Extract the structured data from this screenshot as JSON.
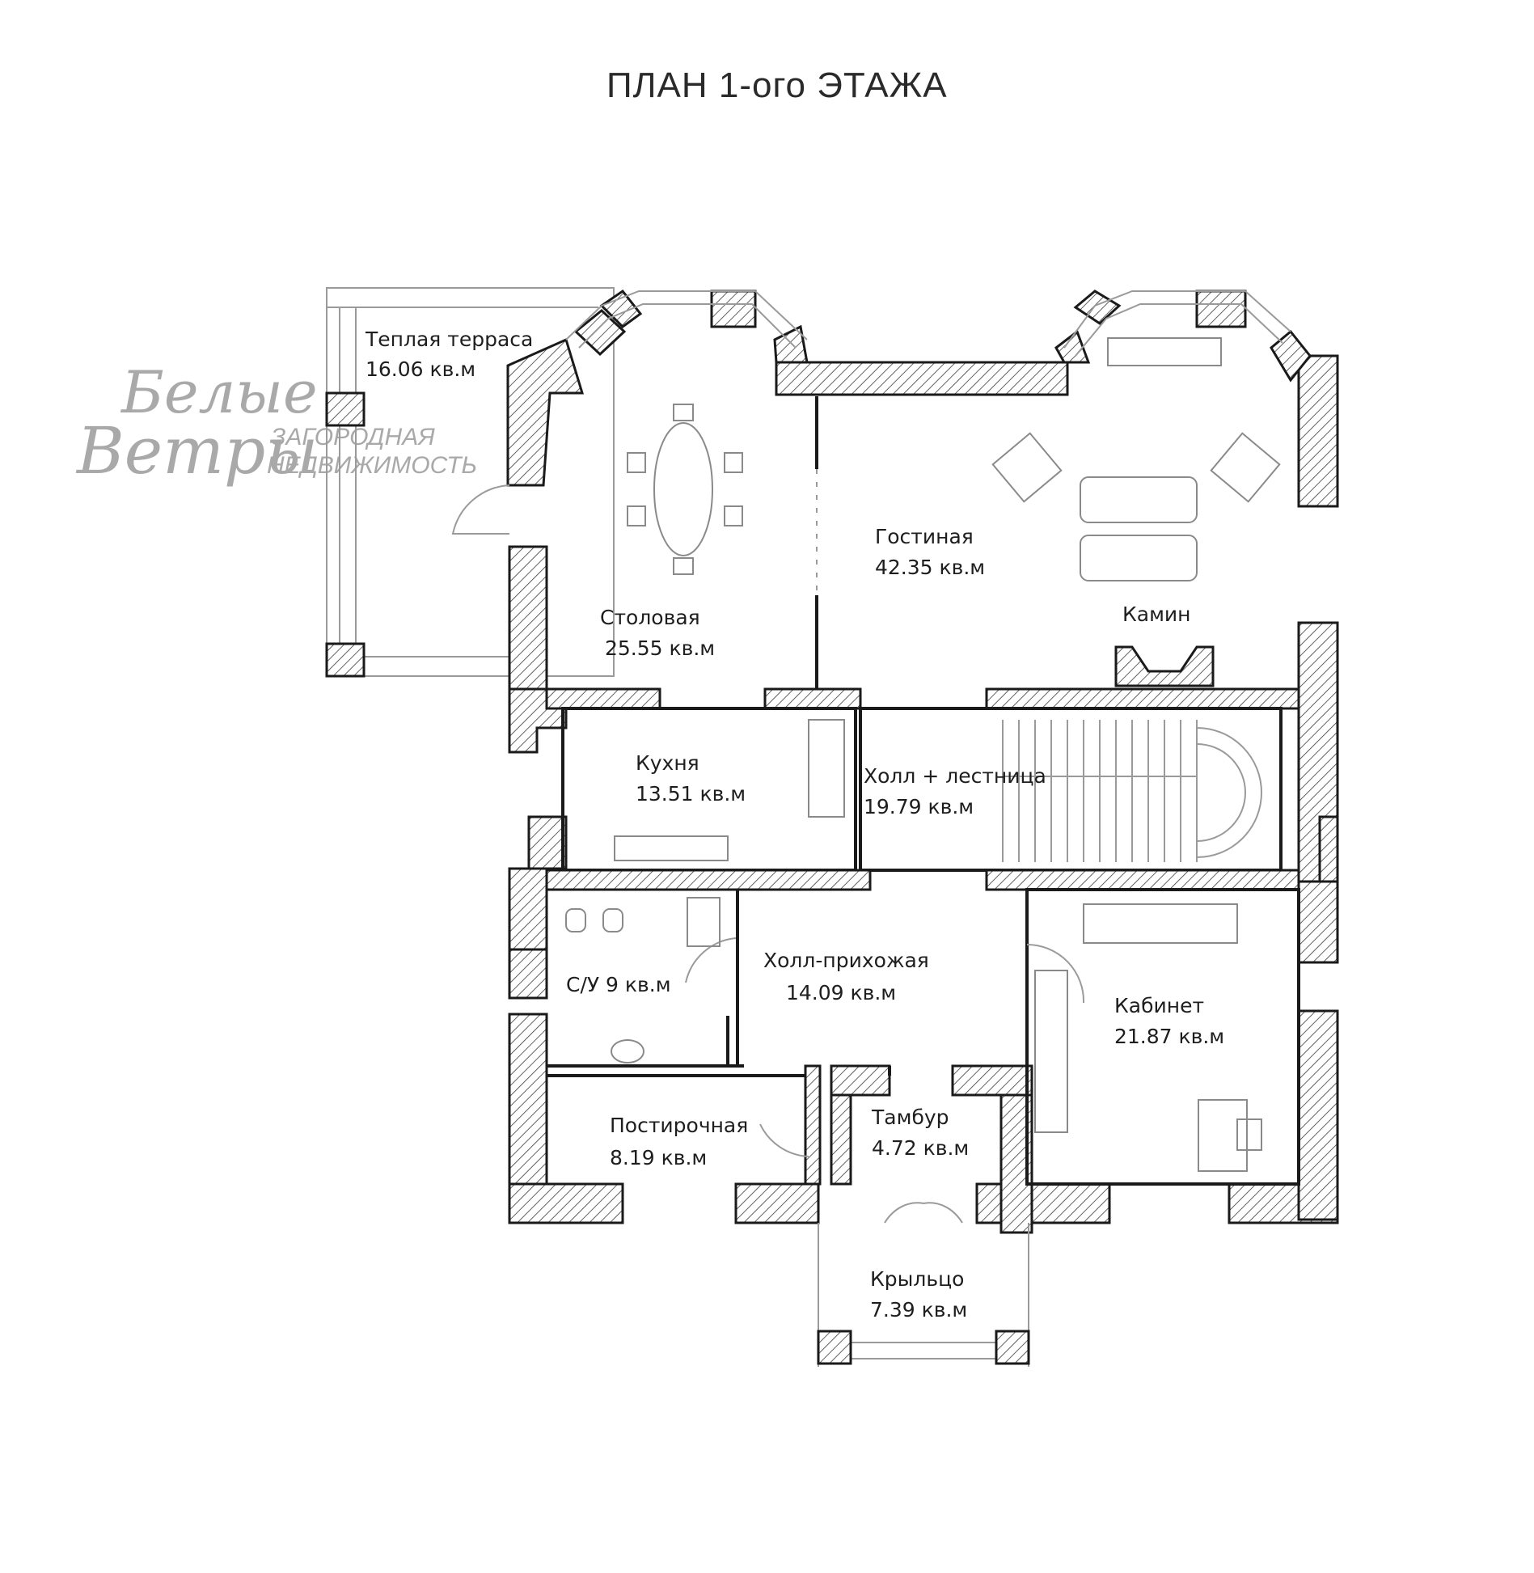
{
  "title": "ПЛАН 1-ого ЭТАЖА",
  "logo": {
    "script_line1": "Белые",
    "script_line2": "Ветры",
    "caption_line1": "ЗАГОРОДНАЯ",
    "caption_line2": "НЕДВИЖИМОСТЬ"
  },
  "rooms": [
    {
      "id": "terrace",
      "name": "Теплая терраса",
      "area": "16.06 кв.м"
    },
    {
      "id": "dining",
      "name": "Столовая",
      "area": "25.55 кв.м"
    },
    {
      "id": "living",
      "name": "Гостиная",
      "area": "42.35 кв.м"
    },
    {
      "id": "fireplace",
      "name": "Камин",
      "area": ""
    },
    {
      "id": "kitchen",
      "name": "Кухня",
      "area": "13.51 кв.м"
    },
    {
      "id": "hall-stairs",
      "name": "Холл + лестница",
      "area": "19.79 кв.м"
    },
    {
      "id": "bathroom",
      "name": "С/У 9 кв.м",
      "area": ""
    },
    {
      "id": "entry-hall",
      "name": "Холл-прихожая",
      "area": "14.09 кв.м"
    },
    {
      "id": "study",
      "name": "Кабинет",
      "area": "21.87 кв.м"
    },
    {
      "id": "laundry",
      "name": "Постирочная",
      "area": "8.19 кв.м"
    },
    {
      "id": "vestibule",
      "name": "Тамбур",
      "area": "4.72 кв.м"
    },
    {
      "id": "porch",
      "name": "Крыльцо",
      "area": "7.39 кв.м"
    }
  ]
}
